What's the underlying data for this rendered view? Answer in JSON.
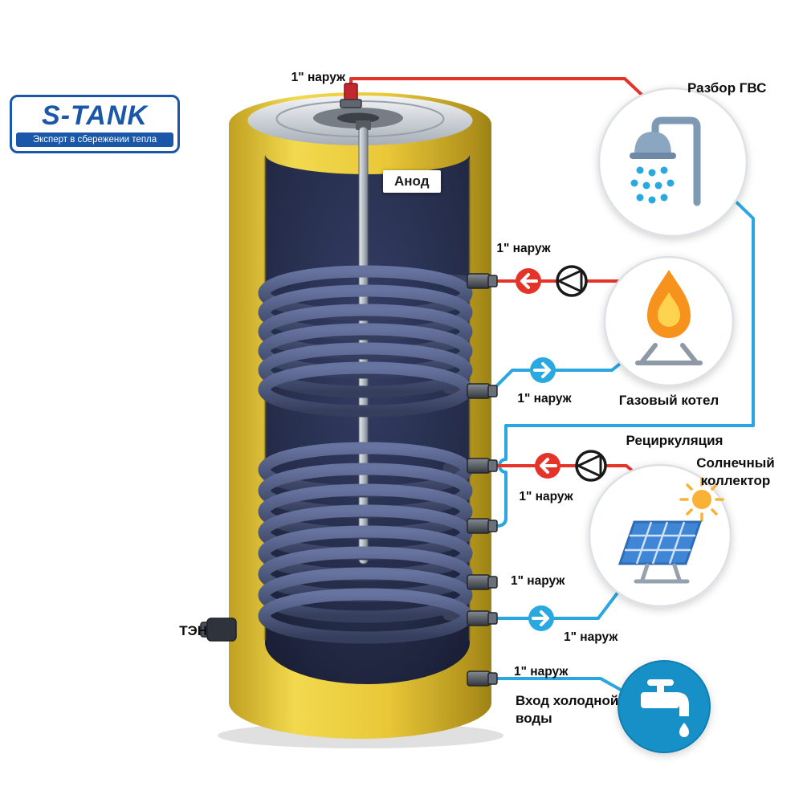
{
  "logo": {
    "brand": "S-TANK",
    "tagline": "Эксперт в сбережении тепла"
  },
  "tank": {
    "anode": "Анод",
    "heater": "ТЭН"
  },
  "labels": {
    "port": "1\" наруж"
  },
  "nodes": {
    "dhw_label": "Разбор ГВС",
    "boiler_label": "Газовый котел",
    "recirculation_label": "Рециркуляция",
    "solar_label_line1": "Солнечный",
    "solar_label_line2": "коллектор",
    "cold_water_line1": "Вход холодной",
    "cold_water_line2": "воды"
  },
  "colors": {
    "supply_line": "#e63329",
    "return_line": "#2aa7e0",
    "shell_yellow": "#e9c838",
    "interior_navy": "#20263e",
    "logo_blue": "#1b57a8"
  }
}
